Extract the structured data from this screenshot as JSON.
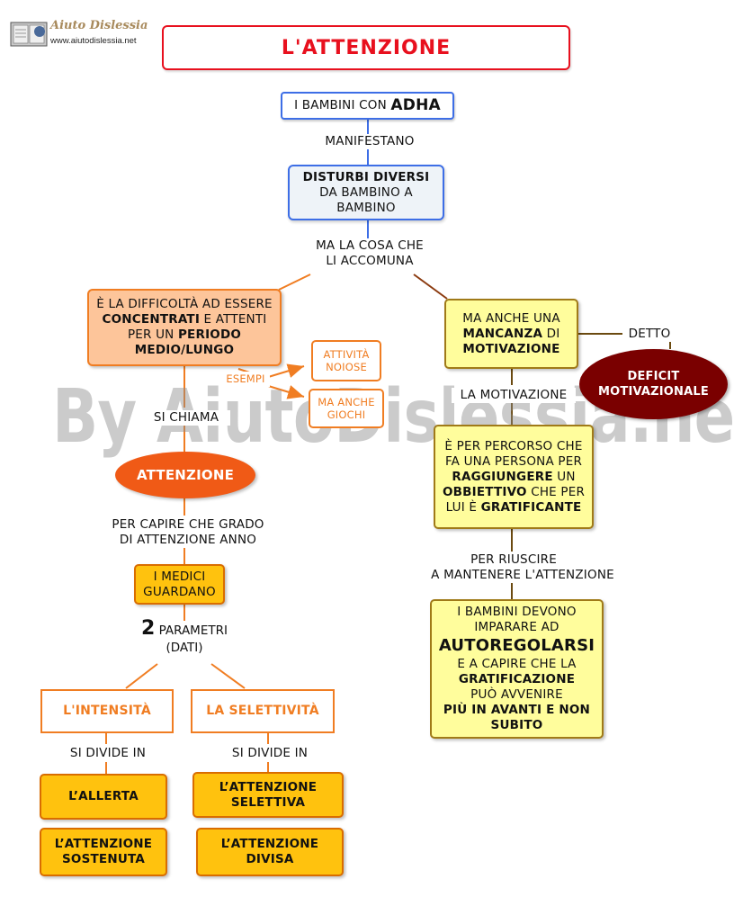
{
  "header": {
    "logo_name": "Aiuto Dislessia",
    "logo_url": "www.aiutodislessia.net",
    "title": "L'ATTENZIONE"
  },
  "watermark": "By AiutoDislessia.net",
  "nodes": {
    "bambini_pre": "I BAMBINI CON ",
    "bambini_bold": "ADHA",
    "disturbi_bold": "DISTURBI DIVERSI",
    "disturbi_rest": " DA BAMBINO A BAMBINO",
    "difficolta": {
      "t1": "È LA DIFFICOLTÀ AD ESSERE ",
      "b1": "CONCENTRATI",
      "t2": " E ATTENTI PER UN ",
      "b2": "PERIODO MEDIO/LUNGO"
    },
    "attivita": "ATTIVITÀ NOIOSE",
    "giochi": "MA ANCHE GIOCHI",
    "attenzione_oval": "ATTENZIONE",
    "medici": "I MEDICI GUARDANO",
    "parametri_num": "2",
    "parametri_text": " PARAMETRI",
    "parametri_dati": "(DATI)",
    "intensita": "L'INTENSITÀ",
    "selettivita": "LA SELETTIVITÀ",
    "allerta": "L’ALLERTA",
    "sostenuta": "L’ATTENZIONE SOSTENUTA",
    "att_selettiva": "L’ATTENZIONE SELETTIVA",
    "divisa": "L’ATTENZIONE DIVISA",
    "mancanza": {
      "t1": "MA ANCHE UNA ",
      "b1": "MANCANZA",
      "t2": " DI ",
      "b2": "MOTIVAZIONE"
    },
    "deficit": "DEFICIT MOTIVAZIONALE",
    "percorso": {
      "t1": "È PER PERCORSO CHE FA UNA PERSONA PER ",
      "b1": "RAGGIUNGERE",
      "t2": " UN ",
      "b2": "OBBIETTIVO",
      "t3": " CHE PER LUI È ",
      "b3": "GRATIFICANTE"
    },
    "autoregolarsi": {
      "t1": "I BAMBINI DEVONO IMPARARE AD",
      "big": "AUTOREGOLARSI",
      "t2": "E A CAPIRE CHE LA ",
      "b1": "GRATIFICAZIONE",
      "t3": " PUÒ AVVENIRE",
      "b2": "PIÙ IN AVANTI E NON SUBITO"
    }
  },
  "links": {
    "manifestano": "MANIFESTANO",
    "ma_la_cosa": "MA LA COSA CHE",
    "li_accomuna": "LI ACCOMUNA",
    "esempi": "ESEMPI",
    "si_chiama": "SI CHIAMA",
    "per_capire_1": "PER CAPIRE CHE GRADO",
    "per_capire_2": "DI ATTENZIONE ANNO",
    "si_divide_1": "SI DIVIDE IN",
    "si_divide_2": "SI DIVIDE IN",
    "detto": "DETTO",
    "la_motivazione": "LA MOTIVAZIONE",
    "per_riuscire": "PER RIUSCIRE",
    "a_mantenere": "A MANTENERE L'ATTENZIONE"
  },
  "colors": {
    "title_red": "#e8101e",
    "blue_border": "#3d6ee6",
    "orange": "#f07d22",
    "dark_red": "#7a0000",
    "yellow_fill": "#fffd9c",
    "gold_fill": "#ffc20e"
  }
}
